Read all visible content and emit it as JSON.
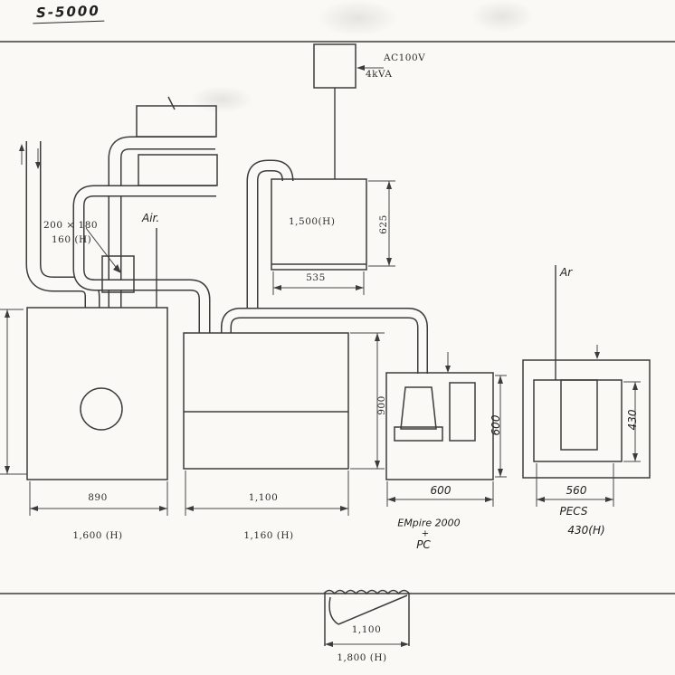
{
  "drawing": {
    "title": "S-5000",
    "power": {
      "voltage": "AC100V",
      "capacity": "4kVA"
    },
    "duct": {
      "size": "200 × 180",
      "height": "160 (H)"
    },
    "air_label": "Air.",
    "tank": {
      "label": "1,500(H)",
      "height_dim": "625",
      "width_dim": "535"
    },
    "left_unit": {
      "width_dim": "890",
      "height_label": "1,600 (H)"
    },
    "middle_unit": {
      "height_dim": "900",
      "width_dim": "1,100",
      "height_label": "1,160 (H)"
    },
    "empire_unit": {
      "width_dim": "600",
      "height_dim": "600",
      "name_line1": "EMpire 2000",
      "name_line2": "+",
      "name_line3": "PC"
    },
    "pecs_unit": {
      "argon_label": "Ar",
      "inner_height_dim": "430",
      "width_dim": "560",
      "name": "PECS",
      "height_label": "430(H)"
    },
    "pit": {
      "width_dim": "1,100",
      "height_label": "1,800 (H)"
    }
  }
}
